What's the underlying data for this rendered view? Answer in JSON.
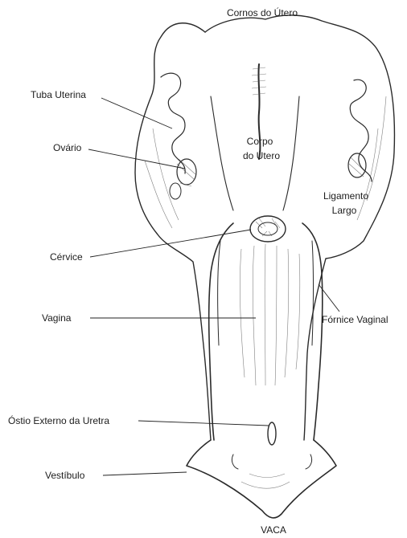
{
  "figure": {
    "caption": "VACA",
    "labels": {
      "cornos_do_utero": "Cornos do Útero",
      "tuba_uterina": "Tuba Uterina",
      "ovario": "Ovário",
      "corpo_do_utero_line1": "Corpo",
      "corpo_do_utero_line2": "do Útero",
      "ligamento_largo_line1": "Ligamento",
      "ligamento_largo_line2": "Largo",
      "cervice": "Cérvice",
      "vagina": "Vagina",
      "fornice_vaginal": "Fórnice Vaginal",
      "ostio_externo_da_uretra": "Óstio Externo da Uretra",
      "vestibulo": "Vestíbulo"
    },
    "colors": {
      "ink": "#2a2a2a",
      "background": "#ffffff"
    }
  }
}
